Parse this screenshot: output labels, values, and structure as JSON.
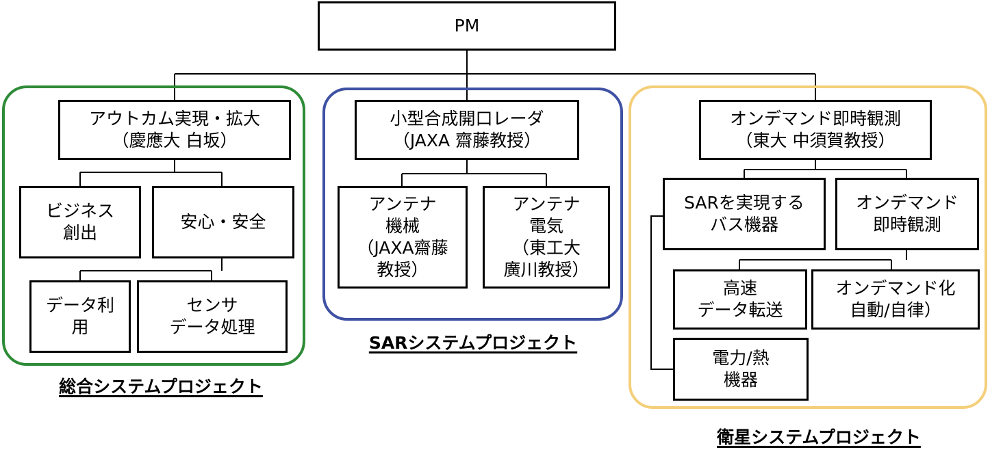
{
  "colors": {
    "sogo": "#2e8b37",
    "sar": "#3f51a3",
    "eisei": "#f4cf7a",
    "line": "#000000"
  },
  "top": {
    "label": "PM"
  },
  "groups": {
    "sogo": {
      "title": "総合システムプロジェクト",
      "lead": "アウトカム実現・拡大\n（慶應大 白坂）",
      "biz": "ビジネス\n創出",
      "anshin": "安心・安全",
      "data": "データ利\n用",
      "sensor": "センサ\nデータ処理"
    },
    "sar": {
      "title": "SARシステムプロジェクト",
      "lead": "小型合成開口レーダ\n（JAXA 齋藤教授）",
      "kikai": "アンテナ\n機械\n（JAXA齋藤\n教授）",
      "denki": "アンテナ\n電気\n（東工大\n廣川教授）"
    },
    "eisei": {
      "title": "衛星システムプロジェクト",
      "lead": "オンデマンド即時観測\n（東大 中須賀教授）",
      "bus": "SARを実現する\nバス機器",
      "ondemand": "オンデマンド\n即時観測",
      "kosoku": "高速\nデータ転送",
      "jidou": "オンデマンド化\n自動/自律）",
      "denryoku": "電力/熱\n機器"
    }
  }
}
